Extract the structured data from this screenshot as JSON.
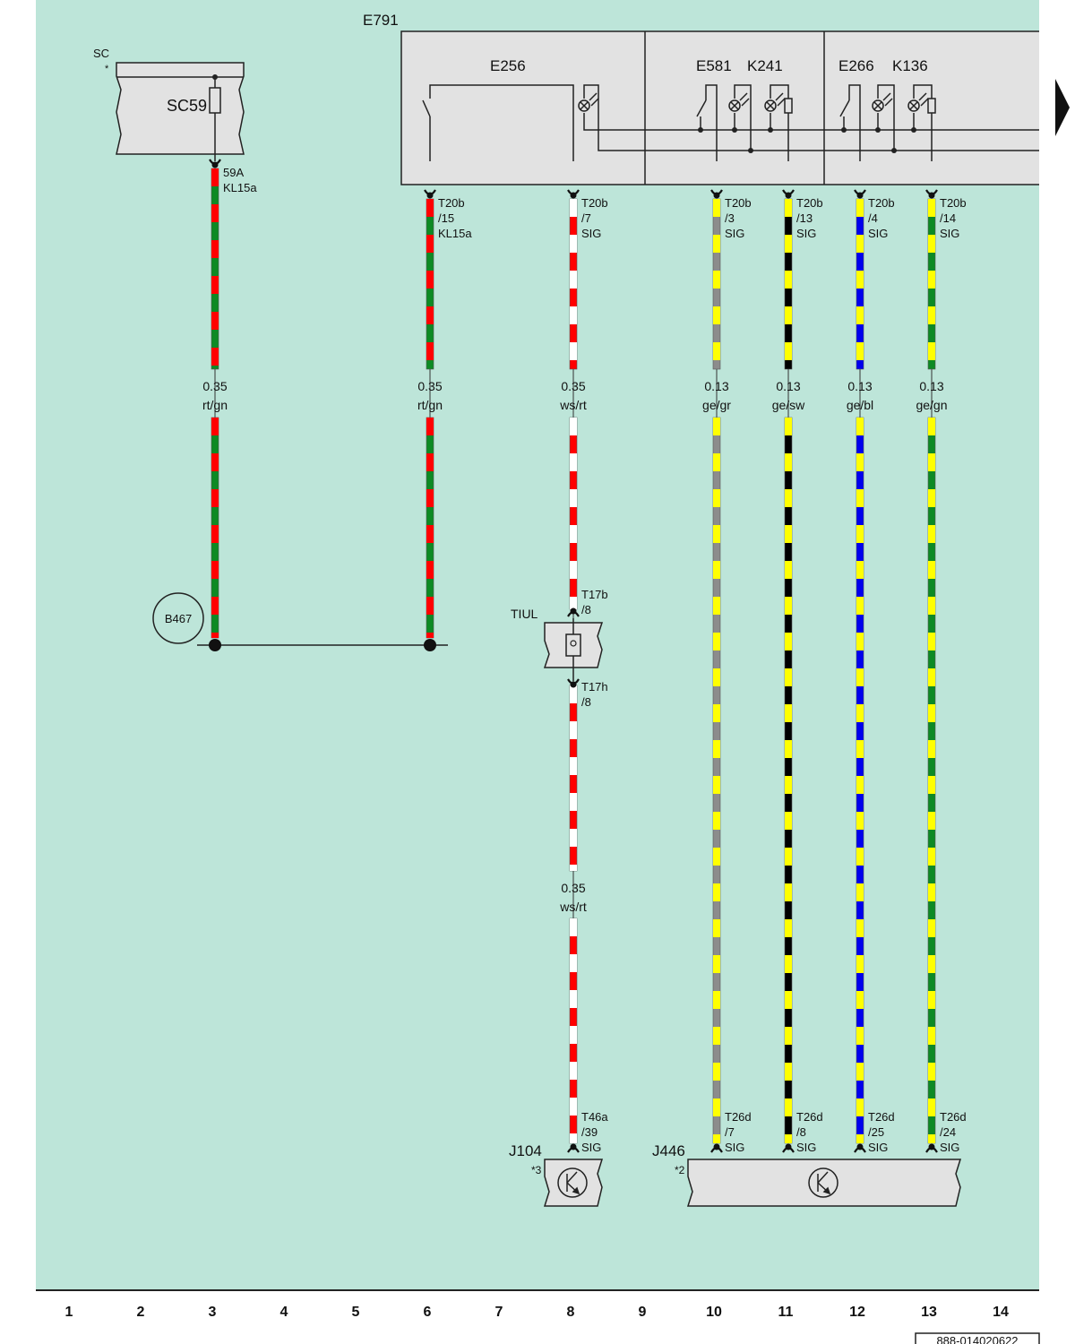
{
  "diagram": {
    "modules": {
      "sc": {
        "label": "SC",
        "star": "*",
        "fuse": "SC59",
        "pin": "59A",
        "terminal": "KL15a"
      },
      "e791": {
        "label": "E791"
      },
      "e256": {
        "label": "E256"
      },
      "e581": {
        "label": "E581"
      },
      "k241": {
        "label": "K241"
      },
      "e266": {
        "label": "E266"
      },
      "k136": {
        "label": "K136"
      },
      "b467": {
        "label": "B467"
      },
      "tiul": {
        "label": "TIUL",
        "top_conn": "T17b",
        "top_pin": "/8",
        "bot_conn": "T17h",
        "bot_pin": "/8"
      },
      "j104": {
        "label": "J104",
        "note": "*3",
        "conn": "T46a",
        "pin": "/39",
        "sig": "SIG"
      },
      "j446": {
        "label": "J446",
        "note": "*2"
      }
    },
    "wires": [
      {
        "id": "w1",
        "gauge": "0.35",
        "color_code": "rt/gn"
      },
      {
        "id": "w2",
        "gauge": "0.35",
        "color_code": "rt/gn",
        "conn": "T20b",
        "pin": "/15",
        "sig": "KL15a"
      },
      {
        "id": "w3",
        "gauge": "0.35",
        "color_code": "ws/rt",
        "conn": "T20b",
        "pin": "/7",
        "sig": "SIG",
        "gauge2": "0.35",
        "color_code2": "ws/rt"
      },
      {
        "id": "w4",
        "gauge": "0.13",
        "color_code": "ge/gr",
        "conn": "T20b",
        "pin": "/3",
        "sig": "SIG",
        "bconn": "T26d",
        "bpin": "/7",
        "bsig": "SIG"
      },
      {
        "id": "w5",
        "gauge": "0.13",
        "color_code": "ge/sw",
        "conn": "T20b",
        "pin": "/13",
        "sig": "SIG",
        "bconn": "T26d",
        "bpin": "/8",
        "bsig": "SIG"
      },
      {
        "id": "w6",
        "gauge": "0.13",
        "color_code": "ge/bl",
        "conn": "T20b",
        "pin": "/4",
        "sig": "SIG",
        "bconn": "T26d",
        "bpin": "/25",
        "bsig": "SIG"
      },
      {
        "id": "w7",
        "gauge": "0.13",
        "color_code": "ge/gn",
        "conn": "T20b",
        "pin": "/14",
        "sig": "SIG",
        "bconn": "T26d",
        "bpin": "/24",
        "bsig": "SIG"
      }
    ],
    "columns": [
      "1",
      "2",
      "3",
      "4",
      "5",
      "6",
      "7",
      "8",
      "9",
      "10",
      "11",
      "12",
      "13",
      "14"
    ],
    "doc_number": "888-014020622",
    "colors": {
      "background": "#bde5d9",
      "module_fill": "#e2e2e2",
      "red": "#ff0000",
      "green": "#0d8a24",
      "white": "#ffffff",
      "yellow": "#ffff00",
      "grey": "#8c8c8c",
      "black": "#000000",
      "blue": "#0000ee"
    }
  }
}
